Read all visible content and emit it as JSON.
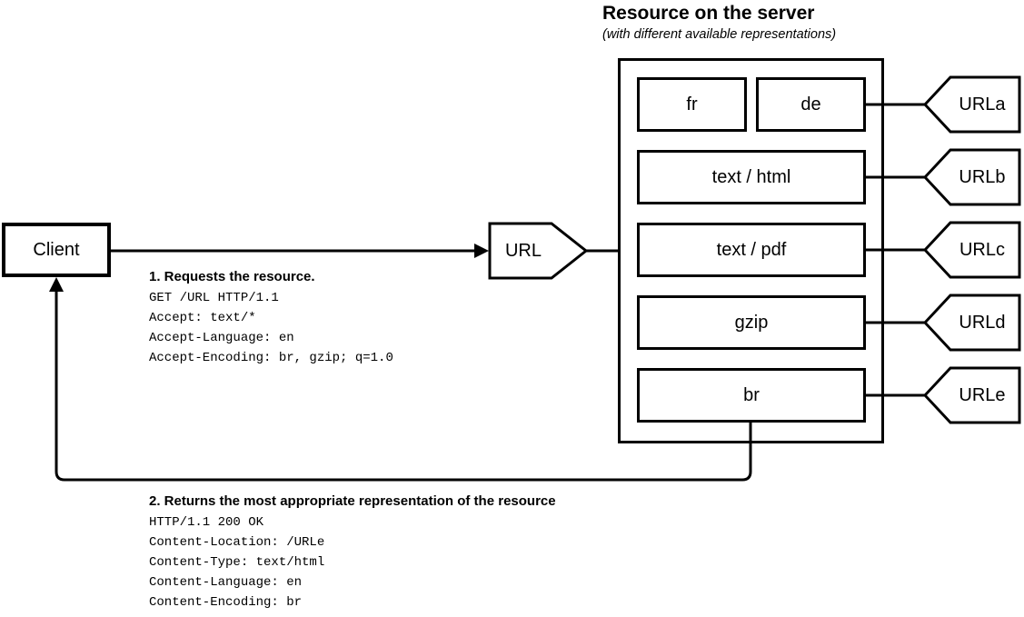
{
  "title": {
    "heading": "Resource on the server",
    "subtitle": "(with different available representations)"
  },
  "client": {
    "label": "Client"
  },
  "url_node": {
    "label": "URL"
  },
  "request": {
    "heading": "1. Requests the resource.",
    "lines": [
      "GET /URL HTTP/1.1",
      "Accept: text/*",
      "Accept-Language: en",
      "Accept-Encoding: br, gzip; q=1.0"
    ]
  },
  "response": {
    "heading": "2. Returns the most appropriate representation of the resource",
    "lines": [
      "HTTP/1.1 200 OK",
      "Content-Location: /URLe",
      "Content-Type: text/html",
      "Content-Language: en",
      "Content-Encoding: br"
    ]
  },
  "server": {
    "representations": [
      {
        "label": "fr"
      },
      {
        "label": "de"
      },
      {
        "label": "text / html"
      },
      {
        "label": "text / pdf"
      },
      {
        "label": "gzip"
      },
      {
        "label": "br"
      }
    ],
    "urls": [
      "URLa",
      "URLb",
      "URLc",
      "URLd",
      "URLe"
    ]
  },
  "colors": {
    "stroke": "#000000",
    "background": "#ffffff"
  }
}
